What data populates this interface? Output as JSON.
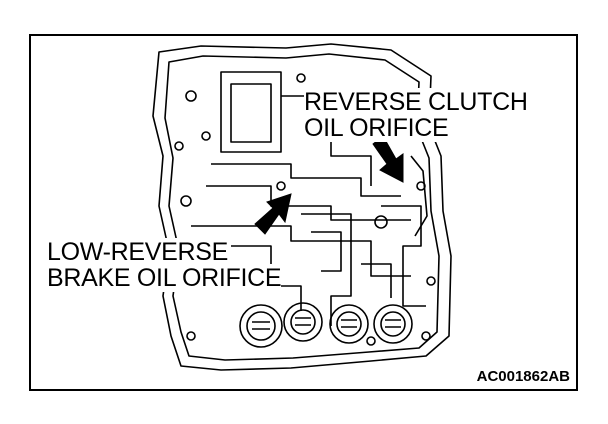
{
  "callouts": {
    "reverse_clutch": {
      "line1": "REVERSE CLUTCH",
      "line2": "OIL ORIFICE"
    },
    "low_reverse": {
      "line1": "LOW-REVERSE",
      "line2": "BRAKE OIL ORIFICE"
    }
  },
  "figure_code": "AC001862AB",
  "colors": {
    "ink": "#000000",
    "paper": "#ffffff"
  }
}
